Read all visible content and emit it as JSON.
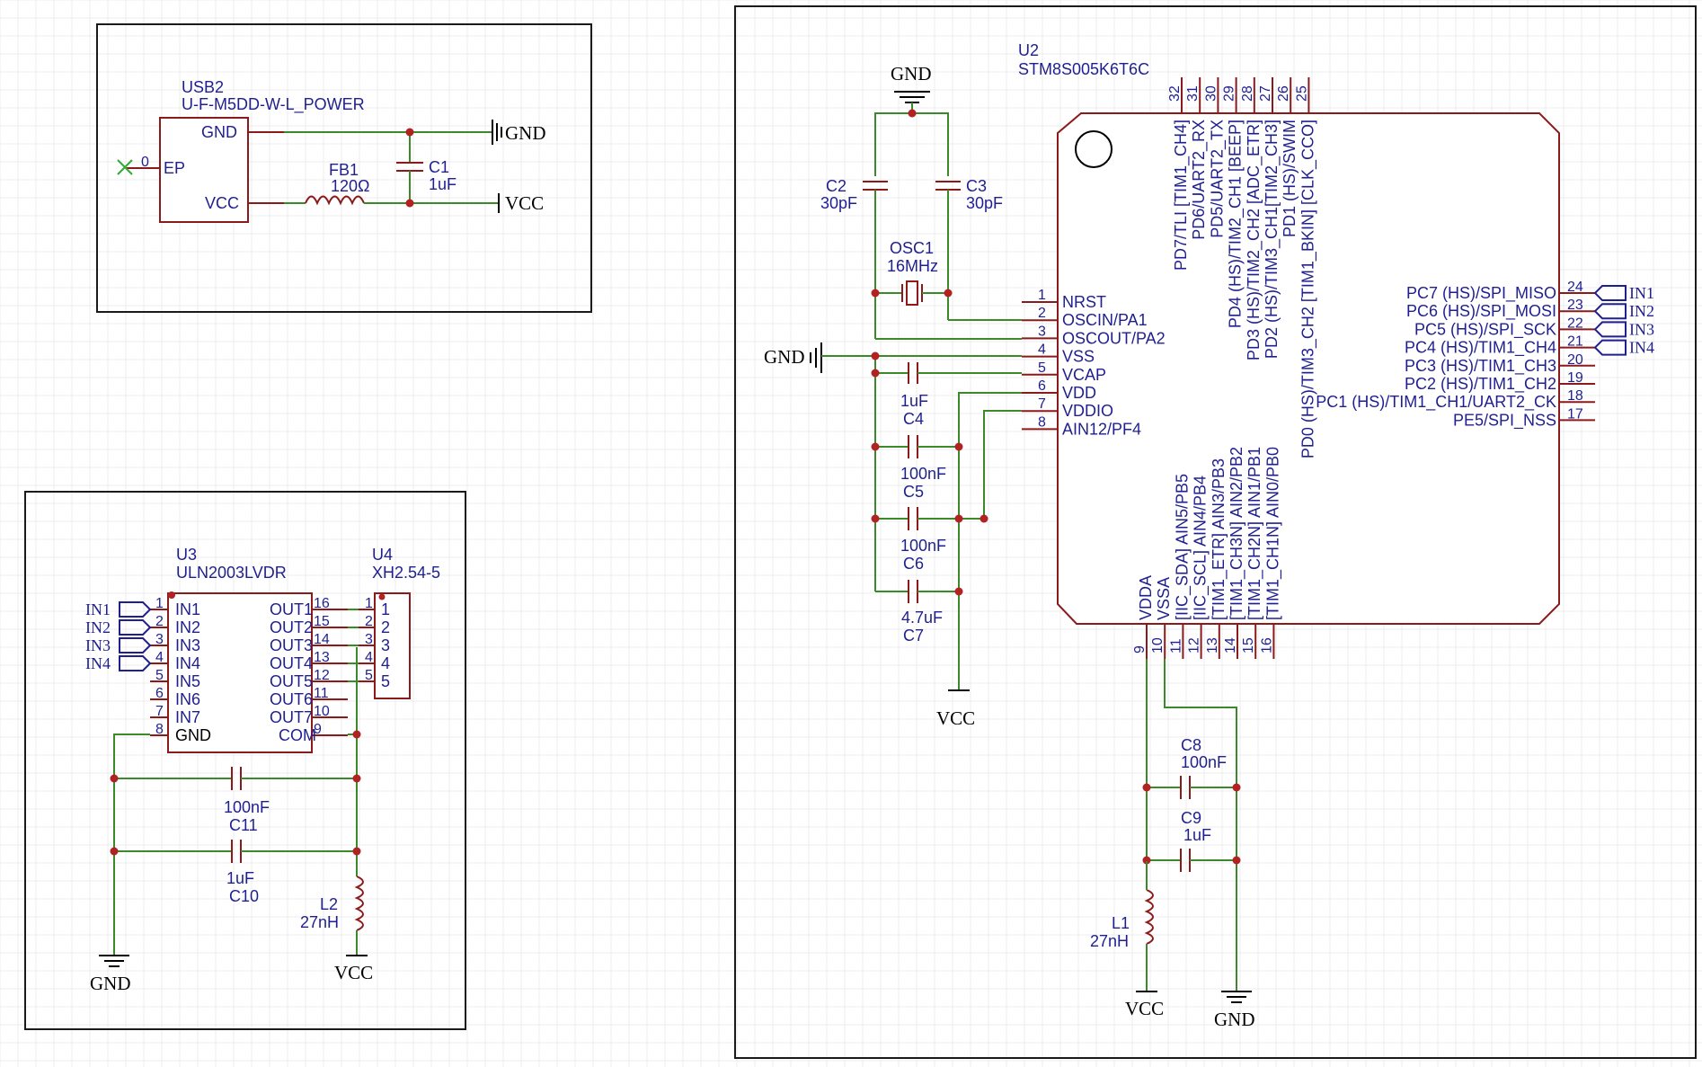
{
  "usb": {
    "ref": "USB2",
    "value": "U-F-M5DD-W-L_POWER",
    "pins": [
      {
        "name": "GND",
        "num": ""
      },
      {
        "name": "VCC",
        "num": ""
      },
      {
        "name": "EP",
        "num": "0"
      }
    ],
    "fb_ref": "FB1",
    "fb_value": "120Ω",
    "c_ref": "C1",
    "c_value": "1uF"
  },
  "uln": {
    "ref": "U3",
    "value": "ULN2003LVDR",
    "left_pins": [
      {
        "num": "1",
        "name": "IN1"
      },
      {
        "num": "2",
        "name": "IN2"
      },
      {
        "num": "3",
        "name": "IN3"
      },
      {
        "num": "4",
        "name": "IN4"
      },
      {
        "num": "5",
        "name": "IN5"
      },
      {
        "num": "6",
        "name": "IN6"
      },
      {
        "num": "7",
        "name": "IN7"
      },
      {
        "num": "8",
        "name": "GND"
      }
    ],
    "right_pins": [
      {
        "num": "16",
        "name": "OUT1"
      },
      {
        "num": "15",
        "name": "OUT2"
      },
      {
        "num": "14",
        "name": "OUT3"
      },
      {
        "num": "13",
        "name": "OUT4"
      },
      {
        "num": "12",
        "name": "OUT5"
      },
      {
        "num": "11",
        "name": "OUT6"
      },
      {
        "num": "10",
        "name": "OUT7"
      },
      {
        "num": "9",
        "name": "COM"
      }
    ],
    "inputs": [
      "IN1",
      "IN2",
      "IN3",
      "IN4"
    ],
    "c11_ref": "C11",
    "c11_value": "100nF",
    "c10_ref": "C10",
    "c10_value": "1uF",
    "l2_ref": "L2",
    "l2_value": "27nH"
  },
  "conn": {
    "ref": "U4",
    "value": "XH2.54-5",
    "pins": [
      "1",
      "2",
      "3",
      "4",
      "5"
    ]
  },
  "mcu": {
    "ref": "U2",
    "value": "STM8S005K6T6C",
    "left_pins": [
      {
        "num": "1",
        "name": "NRST"
      },
      {
        "num": "2",
        "name": "OSCIN/PA1"
      },
      {
        "num": "3",
        "name": "OSCOUT/PA2"
      },
      {
        "num": "4",
        "name": "VSS"
      },
      {
        "num": "5",
        "name": "VCAP"
      },
      {
        "num": "6",
        "name": "VDD"
      },
      {
        "num": "7",
        "name": "VDDIO"
      },
      {
        "num": "8",
        "name": "AIN12/PF4"
      }
    ],
    "right_pins": [
      {
        "num": "24",
        "name": "PC7 (HS)/SPI_MISO"
      },
      {
        "num": "23",
        "name": "PC6 (HS)/SPI_MOSI"
      },
      {
        "num": "22",
        "name": "PC5 (HS)/SPI_SCK"
      },
      {
        "num": "21",
        "name": "PC4 (HS)/TIM1_CH4"
      },
      {
        "num": "20",
        "name": "PC3 (HS)/TIM1_CH3"
      },
      {
        "num": "19",
        "name": "PC2 (HS)/TIM1_CH2"
      },
      {
        "num": "18",
        "name": "PC1 (HS)/TIM1_CH1/UART2_CK"
      },
      {
        "num": "17",
        "name": "PE5/SPI_NSS"
      }
    ],
    "right_flags": [
      "IN1",
      "IN2",
      "IN3",
      "IN4"
    ],
    "top_pins": [
      {
        "num": "32",
        "name": "PD7/TLI [TIM1_CH4]"
      },
      {
        "num": "31",
        "name": "PD6/UART2_RX"
      },
      {
        "num": "30",
        "name": "PD5/UART2_TX"
      },
      {
        "num": "29",
        "name": "PD4 (HS)/TIM2_CH1 [BEEP]"
      },
      {
        "num": "28",
        "name": "PD3 (HS)/TIM2_CH2 [ADC_ETR]"
      },
      {
        "num": "27",
        "name": "PD2 (HS)/TIM3_CH1[TIM2_CH3]"
      },
      {
        "num": "26",
        "name": "PD1 (HS)/SWIM"
      },
      {
        "num": "25",
        "name": "PD0 (HS)/TIM3_CH2 [TIM1_BKIN] [CLK_CCO]"
      }
    ],
    "bottom_pins": [
      {
        "num": "9",
        "name": "VDDA"
      },
      {
        "num": "10",
        "name": "VSSA"
      },
      {
        "num": "11",
        "name": "[IIC_SDA] AIN5/PB5"
      },
      {
        "num": "12",
        "name": "[IIC_SCL] AIN4/PB4"
      },
      {
        "num": "13",
        "name": "[TIM1_ETR] AIN3/PB3"
      },
      {
        "num": "14",
        "name": "[TIM1_CH3N] AIN2/PB2"
      },
      {
        "num": "15",
        "name": "[TIM1_CH2N] AIN1/PB1"
      },
      {
        "num": "16",
        "name": "[TIM1_CH1N] AIN0/PB0"
      }
    ],
    "osc_ref": "OSC1",
    "osc_value": "16MHz",
    "c2_ref": "C2",
    "c2_value": "30pF",
    "c3_ref": "C3",
    "c3_value": "30pF",
    "c4_ref": "C4",
    "c4_value": "1uF",
    "c5_ref": "C5",
    "c5_value": "100nF",
    "c6_ref": "C6",
    "c6_value": "100nF",
    "c7_ref": "C7",
    "c7_value": "4.7uF",
    "c8_ref": "C8",
    "c8_value": "100nF",
    "c9_ref": "C9",
    "c9_value": "1uF",
    "l1_ref": "L1",
    "l1_value": "27nH"
  },
  "nets": {
    "gnd": "GND",
    "vcc": "VCC"
  }
}
